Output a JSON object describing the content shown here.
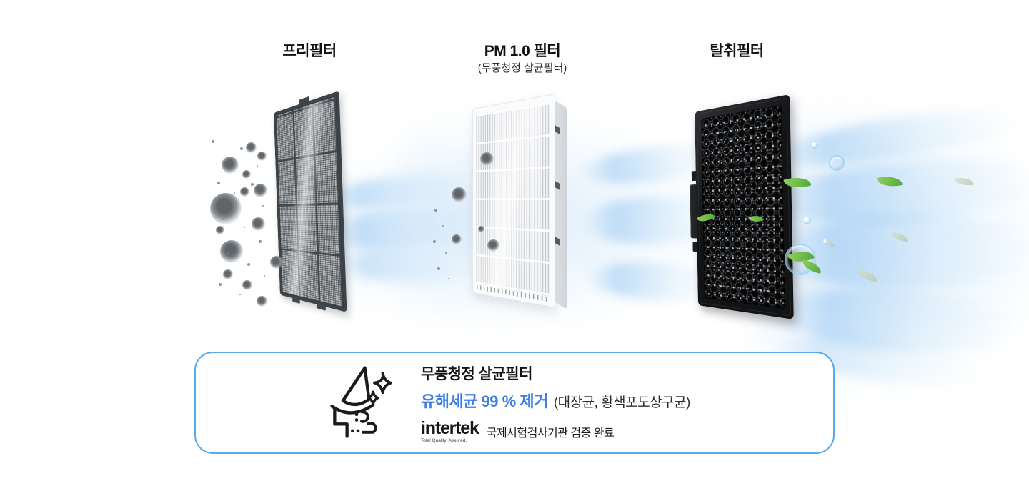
{
  "filters": [
    {
      "label": "프리필터"
    },
    {
      "label": "PM 1.0 필터",
      "sublabel": "(무풍청정 살균필터)"
    },
    {
      "label": "탈취필터"
    }
  ],
  "info_box": {
    "title": "무풍청정 살균필터",
    "highlight": "유해세균 99 % 제거",
    "note": "(대장균, 황색포도상구균)",
    "cert": {
      "logo": "intertek",
      "tagline": "Total Quality. Assured.",
      "text": "국제시험검사기관 검증 완료"
    }
  },
  "colors": {
    "highlight_text": "#3b7fe3",
    "box_border": "#58a9e6",
    "label_text": "#111111"
  }
}
